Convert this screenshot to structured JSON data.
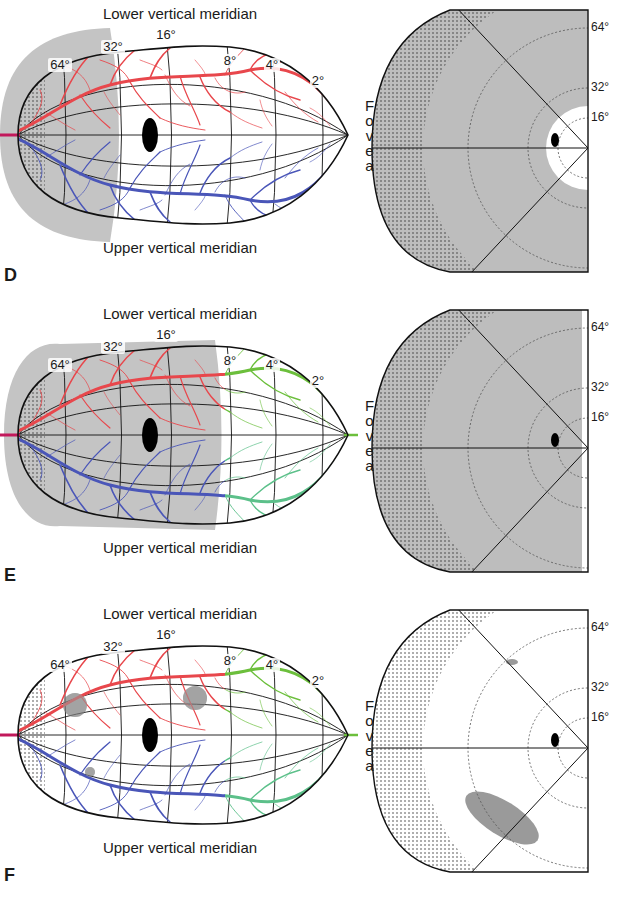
{
  "diagram": {
    "labels": [
      "Lower vertical meridian",
      "64°",
      "32°",
      "16°",
      "8°",
      "4°",
      "2°",
      "Fovea",
      "Upper vertical meridian",
      "64°",
      "32°",
      "16°",
      "D",
      "Lower vertical meridian",
      "64°",
      "32°",
      "16°",
      "8°",
      "4°",
      "2°",
      "Fovea",
      "Upper vertical meridian",
      "64°",
      "32°",
      "16°",
      "E",
      "Lower vertical meridian",
      "64°",
      "32°",
      "16°",
      "8°",
      "4°",
      "2°",
      "Fovea",
      "Upper vertical meridian",
      "64°",
      "32°",
      "16°",
      "F"
    ]
  }
}
